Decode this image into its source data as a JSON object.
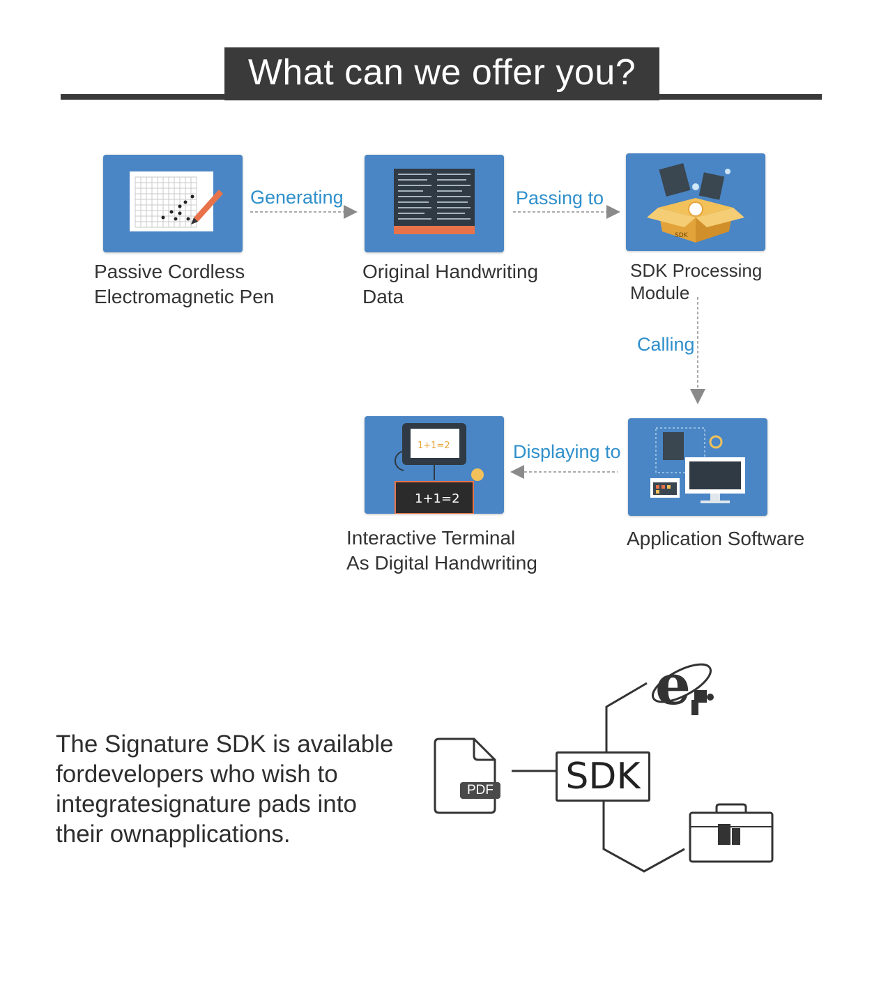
{
  "header": {
    "title": "What can we offer you?"
  },
  "steps": [
    {
      "label_lines": [
        "Passive Cordless",
        "Electromagnetic Pen"
      ]
    },
    {
      "label_lines": [
        "Original Handwriting",
        "Data"
      ]
    },
    {
      "label_lines": [
        "SDK Processing",
        "Module"
      ]
    },
    {
      "label_lines": [
        "Application Software"
      ]
    },
    {
      "label_lines": [
        "Interactive Terminal",
        "As Digital Handwriting"
      ]
    }
  ],
  "flows": {
    "generating": "Generating",
    "passing": "Passing to",
    "calling": "Calling",
    "displaying": "Displaying to"
  },
  "card_text": {
    "sdk_box": "SDK",
    "formula": "1+1=2"
  },
  "description": {
    "lines": [
      "The Signature SDK is available",
      "fordevelopers who wish to",
      "integratesignature pads into",
      "their ownapplications."
    ]
  },
  "sdk_diagram": {
    "center": "SDK",
    "pdf_tag": "PDF"
  },
  "colors": {
    "card_blue": "#4a86c5",
    "flow_blue": "#2e8fcb",
    "header_dark": "#3a3a3a"
  }
}
